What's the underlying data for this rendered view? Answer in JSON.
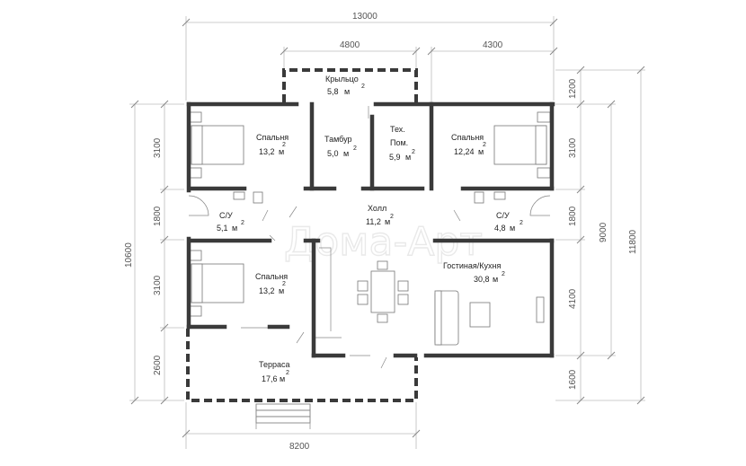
{
  "dimensions": {
    "top_total": "13000",
    "top_porch": "4800",
    "top_right": "4300",
    "bottom_terrace": "8200",
    "left_total": "10600",
    "left_1": "3100",
    "left_2": "1800",
    "left_3": "3100",
    "left_4": "2600",
    "right_1": "1200",
    "right_2": "3100",
    "right_3": "1800",
    "right_4": "4100",
    "right_5": "1600",
    "right_sum_inner": "9000",
    "right_sum_outer": "11800"
  },
  "rooms": {
    "porch": {
      "name": "Крыльцо",
      "area": "5,8",
      "unit": "м",
      "sup": "2"
    },
    "tambur": {
      "name": "Тамбур",
      "area": "5,0",
      "unit": "м",
      "sup": "2"
    },
    "tech": {
      "name1": "Тех.",
      "name2": "Пом.",
      "area": "5,9",
      "unit": "м",
      "sup": "2"
    },
    "bedroom1": {
      "name": "Спальня",
      "area": "13,2",
      "unit": "м",
      "sup": "2"
    },
    "bedroom2": {
      "name": "Спальня",
      "area": "12,24",
      "unit": "м",
      "sup": "2"
    },
    "bedroom3": {
      "name": "Спальня",
      "area": "13,2",
      "unit": "м",
      "sup": "2"
    },
    "bath1": {
      "name": "С/У",
      "area": "5,1",
      "unit": "м",
      "sup": "2"
    },
    "bath2": {
      "name": "С/У",
      "area": "4,8",
      "unit": "м",
      "sup": "2"
    },
    "hall": {
      "name": "Холл",
      "area": "11,2",
      "unit": "м",
      "sup": "2"
    },
    "living": {
      "name": "Гостиная/Кухня",
      "area": "30,8",
      "unit": "м",
      "sup": "2"
    },
    "terrace": {
      "name": "Терраса",
      "area": "17,6",
      "unit": "м",
      "sup": "2"
    }
  },
  "watermark": "Дома-Арт"
}
